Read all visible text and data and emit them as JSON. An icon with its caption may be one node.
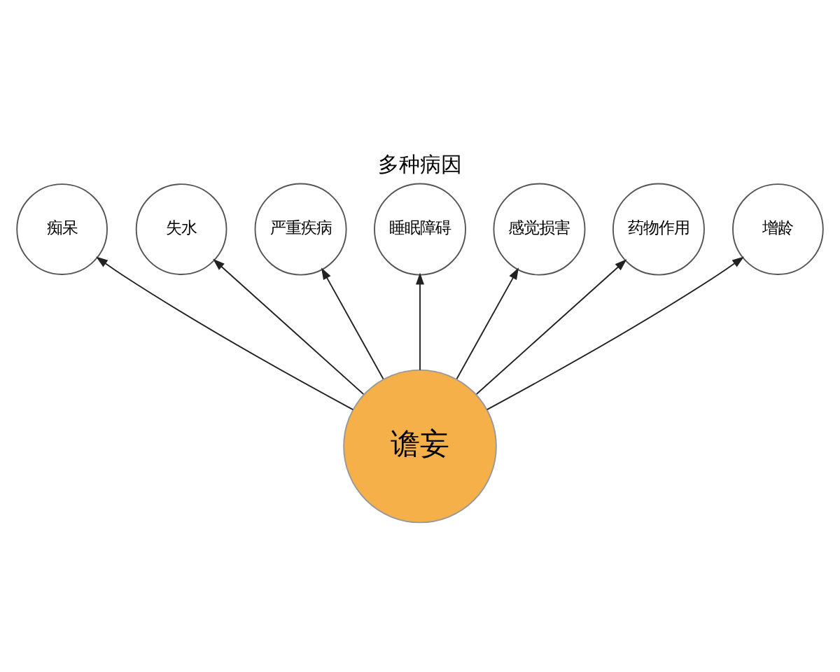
{
  "diagram": {
    "title": "多种病因",
    "nodes": [
      {
        "text": [
          "谵妄"
        ]
      },
      {
        "text": [
          "痴呆"
        ]
      },
      {
        "text": [
          "失水"
        ]
      },
      {
        "text": [
          "严重疾病"
        ]
      },
      {
        "text": [
          "睡眠障碍"
        ]
      },
      {
        "text": [
          "感觉损害"
        ]
      },
      {
        "text": [
          "药物作用"
        ]
      },
      {
        "text": [
          "增龄"
        ]
      }
    ],
    "edges": [
      {
        "from": 0,
        "to": 1,
        "arrow": "to"
      },
      {
        "from": 0,
        "to": 2,
        "arrow": "to"
      },
      {
        "from": 0,
        "to": 3,
        "arrow": "to"
      },
      {
        "from": 0,
        "to": 4,
        "arrow": "to"
      },
      {
        "from": 0,
        "to": 5,
        "arrow": "to"
      },
      {
        "from": 0,
        "to": 6,
        "arrow": "to"
      },
      {
        "from": 0,
        "to": 7,
        "arrow": "to"
      }
    ]
  }
}
